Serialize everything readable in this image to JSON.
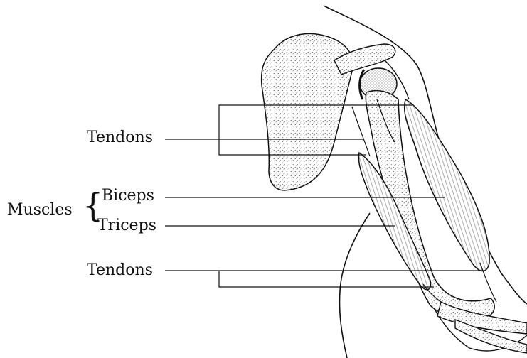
{
  "labels": {
    "tendons_top": "Tendons",
    "muscles": "Muscles",
    "biceps": "Biceps",
    "triceps": "Triceps",
    "tendons_bottom": "Tendons"
  },
  "colors": {
    "ink": "#111111",
    "background": "#ffffff"
  }
}
